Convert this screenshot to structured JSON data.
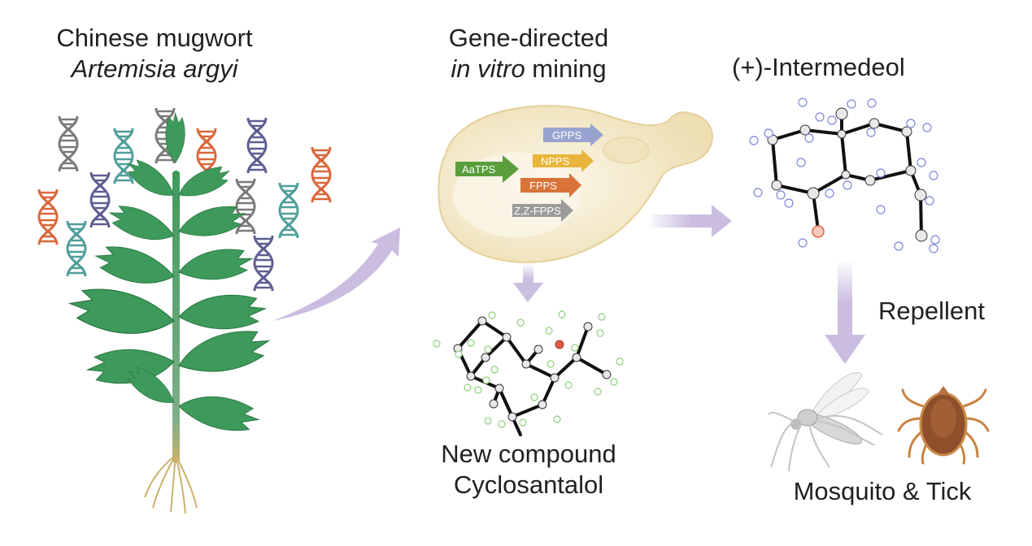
{
  "panels": {
    "plant": {
      "title_line1": "Chinese mugwort",
      "title_line2": "Artemisia argyi"
    },
    "mining": {
      "title_line1": "Gene-directed",
      "title_line2_italic": "in vitro",
      "title_line2_rest": " mining",
      "enzymes": [
        {
          "label": "AaTPS",
          "color": "#5a9e3c"
        },
        {
          "label": "GPPS",
          "color": "#98a3cf"
        },
        {
          "label": "NPPS",
          "color": "#e9b53a"
        },
        {
          "label": "FPPS",
          "color": "#d9733a"
        },
        {
          "label": "Z,Z-FPPS",
          "color": "#9b9b9b"
        }
      ]
    },
    "product": {
      "title": "(+)-Intermedeol"
    },
    "new_compound": {
      "line1": "New compound",
      "line2": "Cyclosantalol"
    },
    "activity": {
      "label": "Repellent",
      "targets": "Mosquito & Tick"
    }
  },
  "colors": {
    "arrow": "#cbbde0",
    "dna_gray": "#7a7a7a",
    "dna_teal": "#4f9e9a",
    "dna_orange": "#d9673a",
    "dna_purple": "#5d5e92",
    "cell": "#f3e8c8",
    "leaf": "#3d9a5b",
    "oxygen": "#e0674a",
    "h_blue": "#7c86d8",
    "h_green": "#8cd07a"
  }
}
